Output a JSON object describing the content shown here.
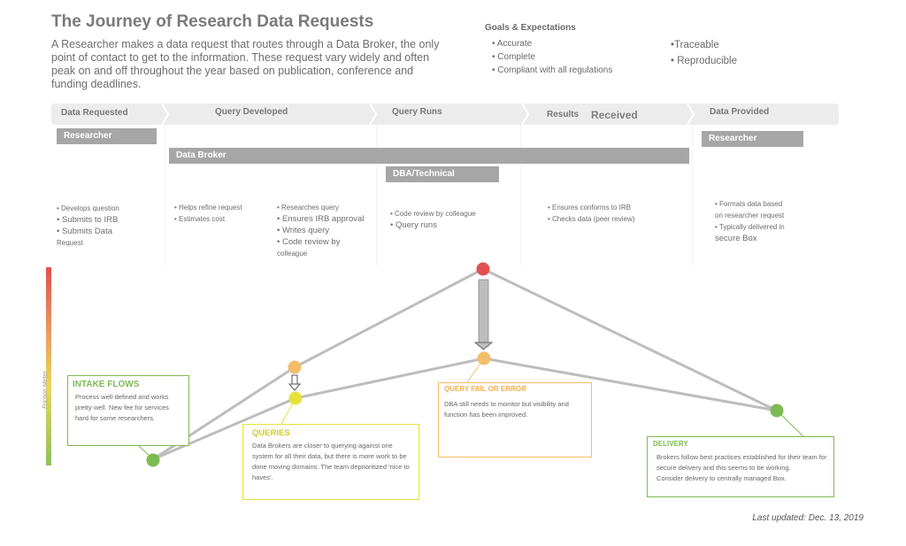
{
  "header": {
    "title": "The Journey of Research Data Requests",
    "intro": "A Researcher makes a data request that routes through a Data Broker, the only point of contact to get to the information. These request vary widely and often peak on and off throughout the year based on publication, conference and funding deadlines."
  },
  "goals": {
    "heading": "Goals & Expectations",
    "col1": [
      "• Accurate",
      "• Complete",
      "• Compliant with all regulations"
    ],
    "col2": [
      "•Traceable",
      "• Reproducible"
    ]
  },
  "stages": {
    "s1": "Data Requested",
    "s2": "Query Developed",
    "s3": "Query Runs",
    "s4a": "Results",
    "s4b": "Received",
    "s5": "Data Provided"
  },
  "roles": {
    "researcher1": "Researcher",
    "broker": "Data Broker",
    "dba": "DBA/Technical",
    "researcher2": "Researcher"
  },
  "actions": {
    "a1": [
      {
        "t": "• Develops question",
        "b": false
      },
      {
        "t": "• Submits to IRB",
        "b": true
      },
      {
        "t": "• Submits Data",
        "b": true
      },
      {
        "t": "Request",
        "b": false
      }
    ],
    "a2": [
      {
        "t": "• Helps refine request",
        "b": false
      },
      {
        "t": "• Estimates cost",
        "b": false
      }
    ],
    "a3": [
      {
        "t": "• Researches query",
        "b": false
      },
      {
        "t": "• Ensures IRB approval",
        "b": true
      },
      {
        "t": "• Writes query",
        "b": true
      },
      {
        "t": "• Code review by",
        "b": true
      },
      {
        "t": "colleague",
        "b": false
      }
    ],
    "a4": [
      {
        "t": "• Code review by colleague",
        "b": false
      },
      {
        "t": "• Query runs",
        "b": true
      }
    ],
    "a5": [
      {
        "t": "• Ensures conforms to IRB",
        "b": false
      },
      {
        "t": "• Checks data (peer review)",
        "b": false
      }
    ],
    "a6": [
      {
        "t": "• Formats data based",
        "b": false
      },
      {
        "t": "on researcher request",
        "b": false
      },
      {
        "t": "• Typically delivered in",
        "b": false
      },
      {
        "t": "secure Box",
        "b": true
      }
    ]
  },
  "friction_label": "Friction Meter",
  "boxes": {
    "intake": {
      "title": "INTAKE FLOWS",
      "body": "Process well-defined and works pretty well. New fee for services hard for some researchers."
    },
    "queries": {
      "title": "QUERIES",
      "body": "Data Brokers are closer to querying against one system for all their data, but there is more work to be done moving domains. The team deprioritized 'nice to haves'."
    },
    "fail": {
      "title": "QUERY FAIL OR ERROR",
      "body": "DBA still needs to monitor but visibility and function has been improved."
    },
    "delivery": {
      "title": "DELIVERY",
      "body": "Brokers follow best practices established for their team for secure delivery and this seems to be working.            Consider delivery to centrally managed Box."
    }
  },
  "colors": {
    "green": "#7dbb52",
    "yellow": "#e6e23c",
    "orange": "#f5bd6a",
    "red": "#e05050",
    "line": "#bdbdbd"
  },
  "footer": {
    "updated": "Last updated: Dec. 13, 2019"
  }
}
